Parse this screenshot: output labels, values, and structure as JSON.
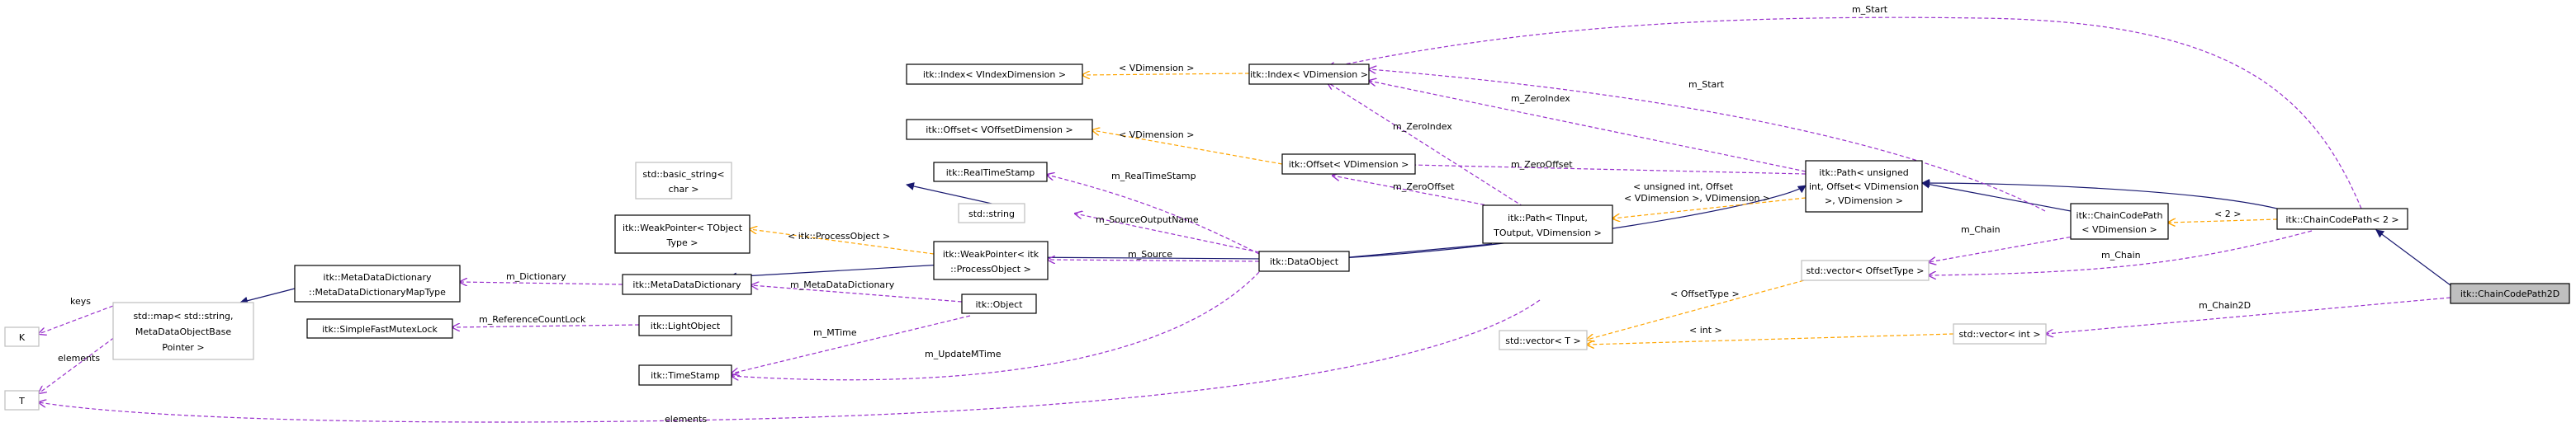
{
  "colors": {
    "node_border": "#000000",
    "node_border_missing": "#bfbfbf",
    "node_fill": "#ffffff",
    "root_fill": "#bfbfbf",
    "inheritance": "#191970",
    "usage": "#9a32cd",
    "template": "#ffa500"
  },
  "nodes": {
    "k": {
      "lines": [
        "K"
      ]
    },
    "t": {
      "lines": [
        "T"
      ]
    },
    "std_map": {
      "lines": [
        "std::map< std::string,",
        "MetaDataObjectBase",
        "Pointer >"
      ]
    },
    "basic_string": {
      "lines": [
        "std::basic_string<",
        "char >"
      ]
    },
    "weak_pointer_t": {
      "lines": [
        "itk::WeakPointer< TObject",
        "Type >"
      ]
    },
    "mdd_maptype": {
      "lines": [
        "itk::MetaDataDictionary",
        "::MetaDataDictionaryMapType"
      ]
    },
    "mutex_lock": {
      "lines": [
        "itk::SimpleFastMutexLock"
      ]
    },
    "index_vindex": {
      "lines": [
        "itk::Index< VIndexDimension >"
      ]
    },
    "offset_voffset": {
      "lines": [
        "itk::Offset< VOffsetDimension >"
      ]
    },
    "real_time_stamp": {
      "lines": [
        "itk::RealTimeStamp"
      ]
    },
    "std_string": {
      "lines": [
        "std::string"
      ]
    },
    "weak_pointer_po": {
      "lines": [
        "itk::WeakPointer< itk",
        "::ProcessObject >"
      ]
    },
    "meta_data_dictionary": {
      "lines": [
        "itk::MetaDataDictionary"
      ]
    },
    "light_object": {
      "lines": [
        "itk::LightObject"
      ]
    },
    "time_stamp": {
      "lines": [
        "itk::TimeStamp"
      ]
    },
    "object": {
      "lines": [
        "itk::Object"
      ]
    },
    "data_object": {
      "lines": [
        "itk::DataObject"
      ]
    },
    "index_vdim": {
      "lines": [
        "itk::Index< VDimension >"
      ]
    },
    "offset_vdim": {
      "lines": [
        "itk::Offset< VDimension >"
      ]
    },
    "path_tinput": {
      "lines": [
        "itk::Path< TInput,",
        "TOutput, VDimension >"
      ]
    },
    "std_vector_t": {
      "lines": [
        "std::vector< T >"
      ]
    },
    "path_unsigned": {
      "lines": [
        "itk::Path< unsigned",
        "int, Offset< VDimension",
        ">, VDimension >"
      ]
    },
    "std_vector_offsettype": {
      "lines": [
        "std::vector< OffsetType >"
      ]
    },
    "std_vector_int": {
      "lines": [
        "std::vector< int >"
      ]
    },
    "chaincodepath_vdim": {
      "lines": [
        "itk::ChainCodePath",
        "< VDimension >"
      ]
    },
    "chaincodepath_2": {
      "lines": [
        "itk::ChainCodePath< 2 >"
      ]
    },
    "chaincodepath2d": {
      "lines": [
        "itk::ChainCodePath2D"
      ]
    }
  },
  "edges": {
    "keys": "keys",
    "elements_map": "elements",
    "elements_vector": "elements",
    "m_dictionary": "m_Dictionary",
    "m_reference_count_lock": "m_ReferenceCountLock",
    "m_metadatadictionary": "m_MetaDataDictionary",
    "m_mtime": "m_MTime",
    "m_updatemtime": "m_UpdateMTime",
    "m_realtimestamp": "m_RealTimeStamp",
    "m_sourceoutputname": "m_SourceOutputName",
    "m_source": "m_Source",
    "itk_processobject": "< itk::ProcessObject >",
    "vdimension_index": "< VDimension >",
    "vdimension_offset": "< VDimension >",
    "m_zeroindex_a": "m_ZeroIndex",
    "m_zerooffset_a": "m_ZeroOffset",
    "m_zeroindex_b": "m_ZeroIndex",
    "m_zerooffset_b": "m_ZeroOffset",
    "m_start_a": "m_Start",
    "m_start_b": "m_Start",
    "path_tmpl_1": "< unsigned int, Offset",
    "path_tmpl_2": "< VDimension >, VDimension >",
    "m_chain_a": "m_Chain",
    "m_chain_b": "m_Chain",
    "two": "< 2 >",
    "offsettype": "< OffsetType >",
    "int": "< int >",
    "m_chain2d": "m_Chain2D"
  }
}
